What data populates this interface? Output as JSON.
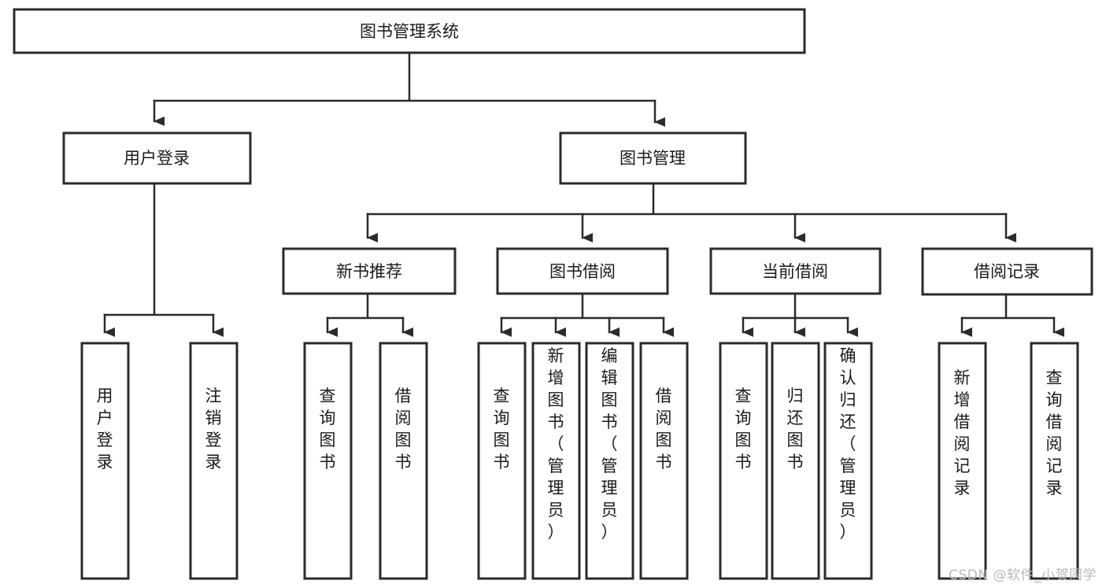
{
  "diagram": {
    "title": "图书管理系统",
    "type": "tree",
    "watermark": "CSDN @软件_小贺同学",
    "colors": {
      "background": "#ffffff",
      "box_fill": "#ffffff",
      "box_stroke": "#2b2b2b",
      "text": "#1a1a1a",
      "connector": "#2b2b2b",
      "watermark": "#b9b9b9"
    },
    "root": {
      "label": "图书管理系统"
    },
    "level2": [
      {
        "label": "用户登录"
      },
      {
        "label": "图书管理"
      }
    ],
    "level3": [
      {
        "label": "新书推荐"
      },
      {
        "label": "图书借阅"
      },
      {
        "label": "当前借阅"
      },
      {
        "label": "借阅记录"
      }
    ],
    "leaves": {
      "user_login": [
        {
          "label": "用户登录"
        },
        {
          "label": "注销登录"
        }
      ],
      "new_book": [
        {
          "label": "查询图书"
        },
        {
          "label": "借阅图书"
        }
      ],
      "book_borrow": [
        {
          "label": "查询图书"
        },
        {
          "label": "新增图书（管理员）"
        },
        {
          "label": "编辑图书（管理员）"
        },
        {
          "label": "借阅图书"
        }
      ],
      "current_borrow": [
        {
          "label": "查询图书"
        },
        {
          "label": "归还图书"
        },
        {
          "label": "确认归还（管理员）"
        }
      ],
      "borrow_record": [
        {
          "label": "新增借阅记录"
        },
        {
          "label": "查询借阅记录"
        }
      ]
    }
  }
}
